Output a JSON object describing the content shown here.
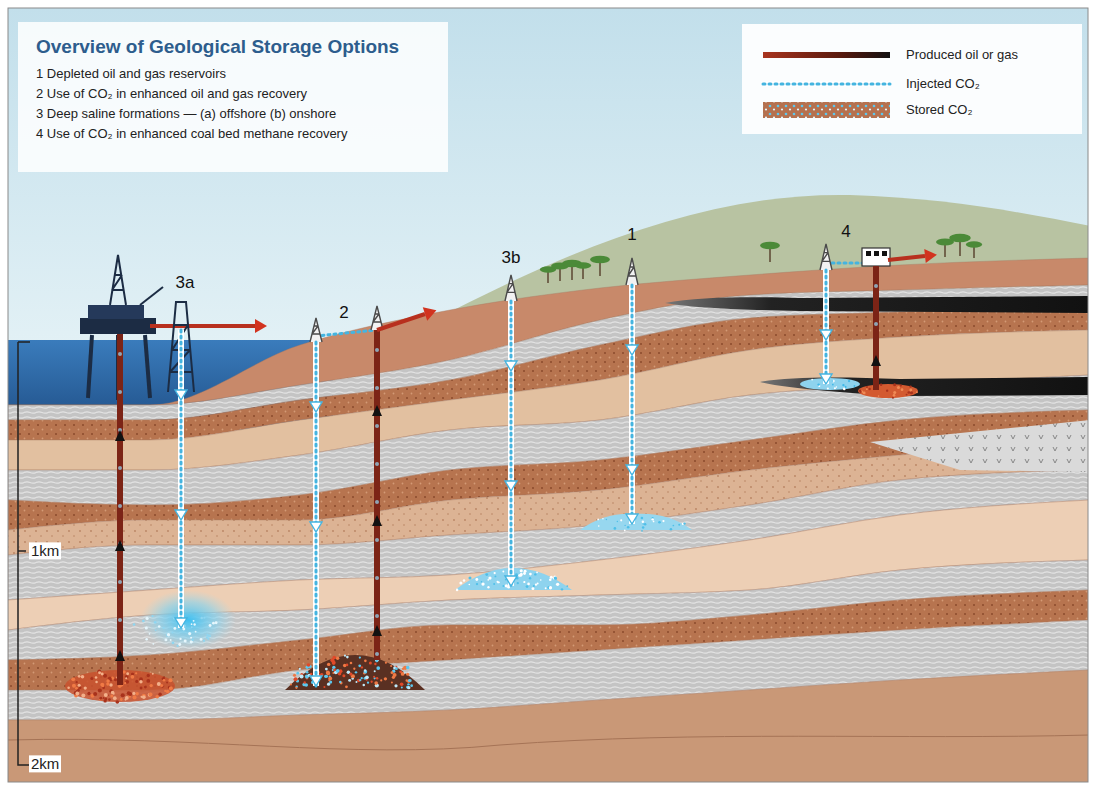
{
  "diagram": {
    "title": "Overview of Geological Storage Options",
    "labels": [
      "1 Depleted oil and gas reservoirs",
      "2 Use of CO₂ in enhanced oil and gas recovery",
      "3 Deep saline formations — (a) offshore (b) onshore",
      "4 Use of CO₂ in enhanced coal bed methane recovery",
      "3a",
      "2",
      "3b",
      "1",
      "4",
      "1km",
      "2km"
    ],
    "legend": [
      {
        "text": "Produced oil or gas"
      },
      {
        "text": "Injected CO₂"
      },
      {
        "text": "Stored CO₂"
      }
    ]
  }
}
